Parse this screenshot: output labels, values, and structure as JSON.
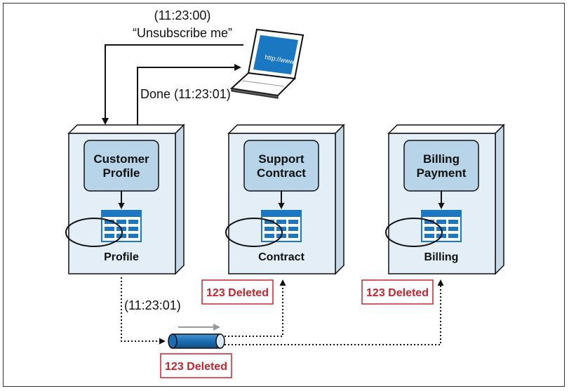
{
  "request": {
    "time": "(11:23:00)",
    "message": "“Unsubscribe me”"
  },
  "response": {
    "label": "Done (11:23:01)"
  },
  "laptop": {
    "screen_text": "http://www",
    "icon": "laptop-icon"
  },
  "services": [
    {
      "name_line1": "Customer",
      "name_line2": "Profile",
      "table": "Profile"
    },
    {
      "name_line1": "Support",
      "name_line2": "Contract",
      "table": "Contract"
    },
    {
      "name_line1": "Billing",
      "name_line2": "Payment",
      "table": "Billing"
    }
  ],
  "event": {
    "time": "(11:23:01)",
    "queue_message": "123 Deleted",
    "contract_message": "123 Deleted",
    "billing_message": "123 Deleted"
  },
  "colors": {
    "box_fill": "#e3eef7",
    "box_side": "#c5d9e8",
    "service_fill": "#b7d4e8",
    "table_blue": "#1a78c2",
    "deleted_red": "#c0262d",
    "pipe_blue": "#1b6db3"
  }
}
